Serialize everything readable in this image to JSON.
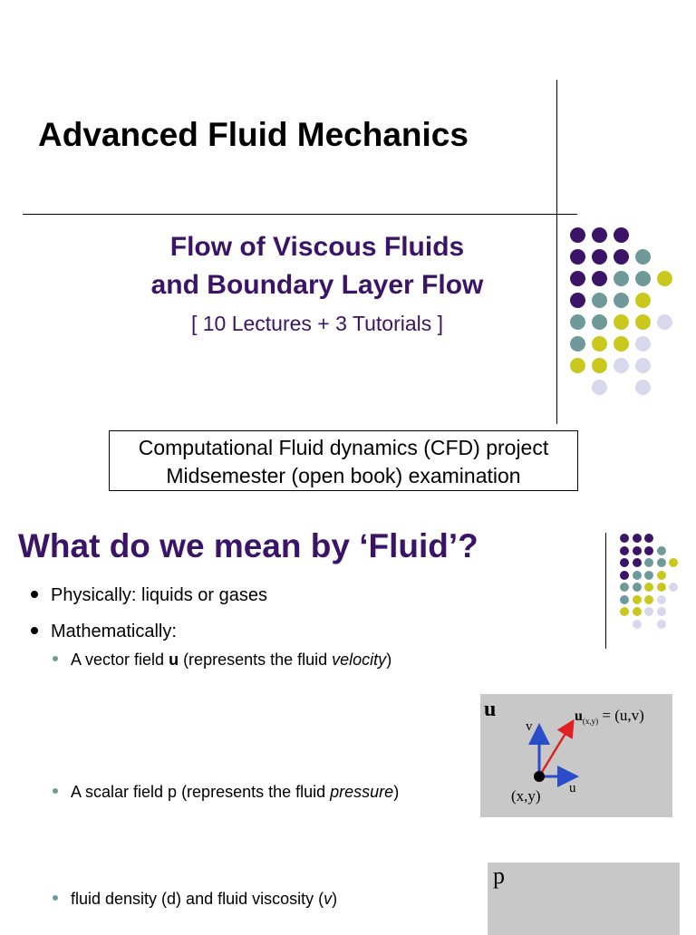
{
  "slide1": {
    "title": "Advanced Fluid Mechanics",
    "subtitle_line1": "Flow of Viscous Fluids",
    "subtitle_line2": "and Boundary Layer Flow",
    "lectures": "[ 10 Lectures  +  3 Tutorials ]",
    "box_line1": "Computational Fluid dynamics (CFD) project",
    "box_line2": "Midsemester (open book) examination"
  },
  "slide2": {
    "title": "What do we mean by ‘Fluid’?",
    "bullet1": "Physically: liquids or gases",
    "bullet2": "Mathematically:",
    "sub1_pre": "A vector field ",
    "sub1_bold": "u",
    "sub1_mid": " (represents the fluid ",
    "sub1_ital": "velocity",
    "sub1_post": ")",
    "sub2_pre": "A scalar field p  (represents the fluid ",
    "sub2_ital": "pressure",
    "sub2_post": ")",
    "sub3_pre": "fluid density (d) and fluid viscosity (",
    "sub3_ital": "v",
    "sub3_post": ")"
  },
  "figure_velocity": {
    "u_label": "u",
    "v_axis": "v",
    "u_axis": "u",
    "origin": "(x,y)",
    "vec_u": "u",
    "vec_sub": "(x,y)",
    "vec_eq": " = (u,v)"
  },
  "figure_pressure": {
    "p_label": "p"
  },
  "colors": {
    "purple": "#3b1468",
    "teal": "#6f9a9a",
    "yellow": "#c8c81e",
    "lavender": "#d8d8ec",
    "arrow_blue": "#2a4cc8",
    "arrow_red": "#e02020"
  }
}
